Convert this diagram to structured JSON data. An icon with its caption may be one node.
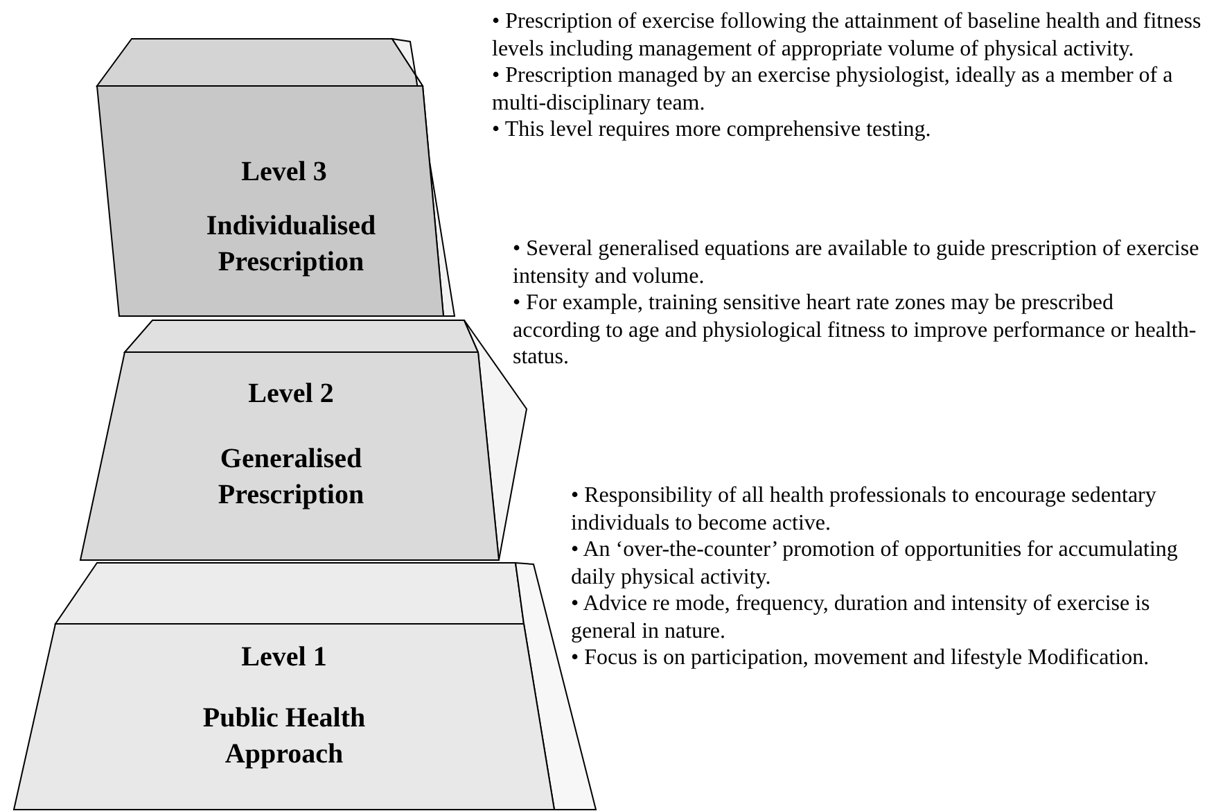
{
  "diagram": {
    "nodes": [
      {
        "text": [
          "Level 3",
          "Individualised Prescription"
        ],
        "beside": [
          "• Prescription of exercise following the attainment of baseline health and fitness levels including management of appropriate volume of physical activity.",
          "• Prescription managed by an exercise physiologist, ideally as a member of a multi-disciplinary team.",
          "• This level requires more comprehensive testing."
        ]
      },
      {
        "text": [
          "Level 2",
          "Generalised Prescription"
        ],
        "beside": [
          "• Several generalised equations are available to guide prescription of exercise intensity and volume.",
          "• For example, training sensitive heart rate zones may be prescribed according to age and physiological fitness to improve performance or health-status."
        ]
      },
      {
        "text": [
          "Level 1",
          "Public Health Approach"
        ],
        "beside": [
          "• Responsibility of all health professionals to encourage sedentary individuals to become active.",
          "• An ‘over-the-counter’ promotion of opportunities for accumulating daily physical activity.",
          "• Advice re mode, frequency, duration and intensity of exercise is general in nature.",
          "• Focus is on participation, movement and lifestyle Modification."
        ]
      }
    ]
  }
}
